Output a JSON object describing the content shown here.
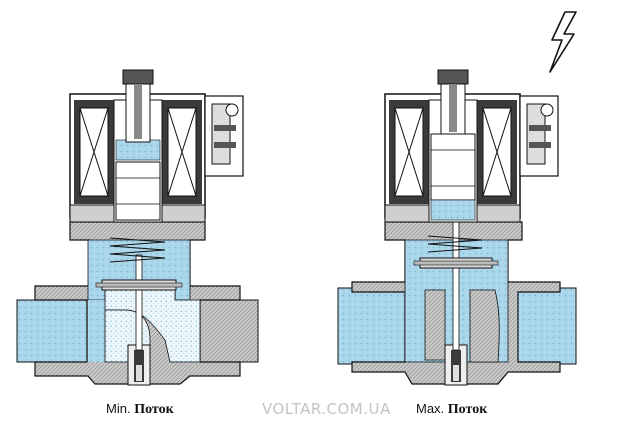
{
  "captions": {
    "left": {
      "prefix": "Min.",
      "word": "Поток"
    },
    "right": {
      "prefix": "Max.",
      "word": "Поток"
    }
  },
  "watermark": "VOLTAR.COM.UA",
  "colors": {
    "water": "#a9d6ea",
    "water_dark": "#7fbfdd",
    "body_fill": "#bdbdbd",
    "body_dark": "#8c8c8c",
    "coil_fill": "#3a3a3a",
    "outline": "#111111"
  },
  "icons": [
    "lightning-icon"
  ]
}
